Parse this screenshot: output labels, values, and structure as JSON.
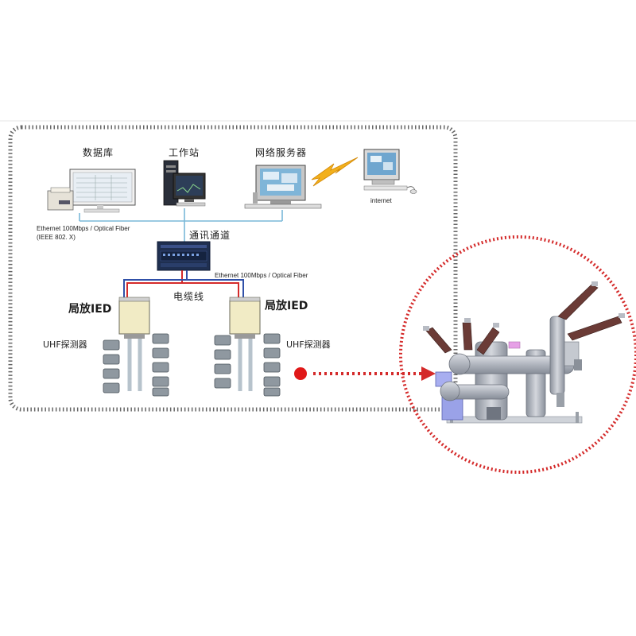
{
  "nodes": {
    "database": "数据库",
    "workstation": "工作站",
    "network_server": "网络服务器",
    "internet": "internet",
    "comm_channel": "通讯通道",
    "cable": "电缆线",
    "ied_left": "局放IED",
    "ied_right": "局放IED",
    "uhf_left": "UHF探测器",
    "uhf_right": "UHF探测器"
  },
  "links": {
    "ethernet_top": "Ethernet 100Mbps / Optical Fiber",
    "ieee": "(IEEE 802. X)",
    "ethernet_mid": "Ethernet 100Mbps / Optical Fiber"
  },
  "colors": {
    "dotted_border": "#666666",
    "bus_line": "#7ab8d8",
    "red_line": "#d42a2a",
    "blue_line": "#3050a8",
    "gis_body": "#b8bcc4",
    "bushing": "#6b3b36",
    "circle_border": "#d42a2a"
  }
}
